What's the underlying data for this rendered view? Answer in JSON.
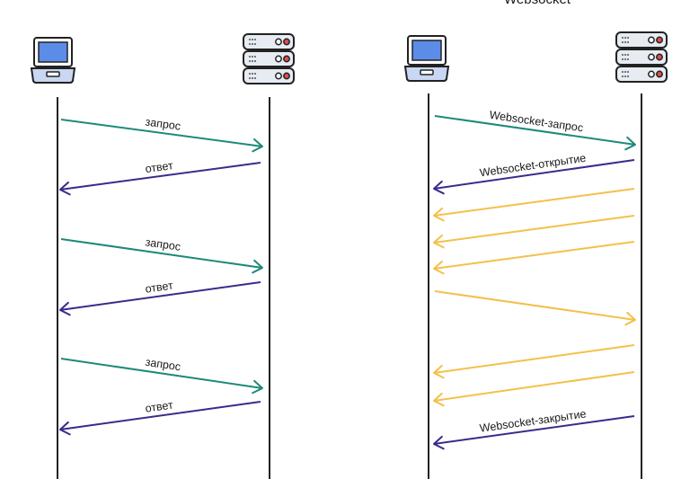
{
  "title": "Websocket",
  "colors": {
    "request": "#1d8a7a",
    "response": "#3b2a8c",
    "push": "#f4c04a",
    "lifeline": "#222222",
    "laptop_screen": "#5b8de8",
    "laptop_body": "#c9d7f2",
    "server_body": "#e7ebf2",
    "server_led": "#e14d4d"
  },
  "http": {
    "client_icon": "laptop-icon",
    "server_icon": "server-icon",
    "messages": [
      {
        "label": "запрос",
        "dir": "to-server",
        "kind": "request"
      },
      {
        "label": "ответ",
        "dir": "to-client",
        "kind": "response"
      },
      {
        "label": "запрос",
        "dir": "to-server",
        "kind": "request"
      },
      {
        "label": "ответ",
        "dir": "to-client",
        "kind": "response"
      },
      {
        "label": "запрос",
        "dir": "to-server",
        "kind": "request"
      },
      {
        "label": "ответ",
        "dir": "to-client",
        "kind": "response"
      }
    ]
  },
  "websocket": {
    "client_icon": "laptop-icon",
    "server_icon": "server-icon",
    "messages": [
      {
        "label": "Websocket-запрос",
        "dir": "to-server",
        "kind": "request"
      },
      {
        "label": "Websocket-открытие",
        "dir": "to-client",
        "kind": "response"
      },
      {
        "label": "",
        "dir": "to-client",
        "kind": "push"
      },
      {
        "label": "",
        "dir": "to-client",
        "kind": "push"
      },
      {
        "label": "",
        "dir": "to-client",
        "kind": "push"
      },
      {
        "label": "",
        "dir": "to-server",
        "kind": "push"
      },
      {
        "label": "",
        "dir": "to-client",
        "kind": "push"
      },
      {
        "label": "",
        "dir": "to-client",
        "kind": "push"
      },
      {
        "label": "Websocket-закрытие",
        "dir": "to-client",
        "kind": "response"
      }
    ]
  }
}
